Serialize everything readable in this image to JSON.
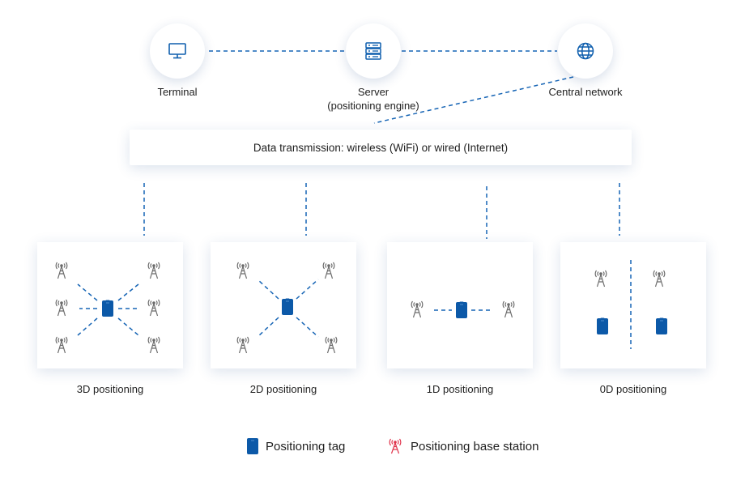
{
  "nodes": {
    "terminal": {
      "label": "Terminal",
      "icon": "monitor-icon"
    },
    "server": {
      "label_line1": "Server",
      "label_line2": "(positioning engine)",
      "icon": "server-rack-icon"
    },
    "central": {
      "label": "Central network",
      "icon": "globe-icon"
    }
  },
  "transmission": {
    "label": "Data transmission: wireless (WiFi) or wired (Internet)"
  },
  "panels": [
    {
      "label": "3D positioning"
    },
    {
      "label": "2D positioning"
    },
    {
      "label": "1D positioning"
    },
    {
      "label": "0D positioning"
    }
  ],
  "legend": {
    "tag_label": "Positioning tag",
    "station_label": "Positioning base station",
    "tag_icon": "positioning-tag-icon",
    "station_icon": "antenna-tower-icon"
  },
  "colors": {
    "accent_blue": "#0f5fae",
    "tag_fill": "#0c59a8",
    "station_gray": "#6b6b6b",
    "station_legend_red": "#e0334b",
    "dash_blue": "#1765b5"
  }
}
